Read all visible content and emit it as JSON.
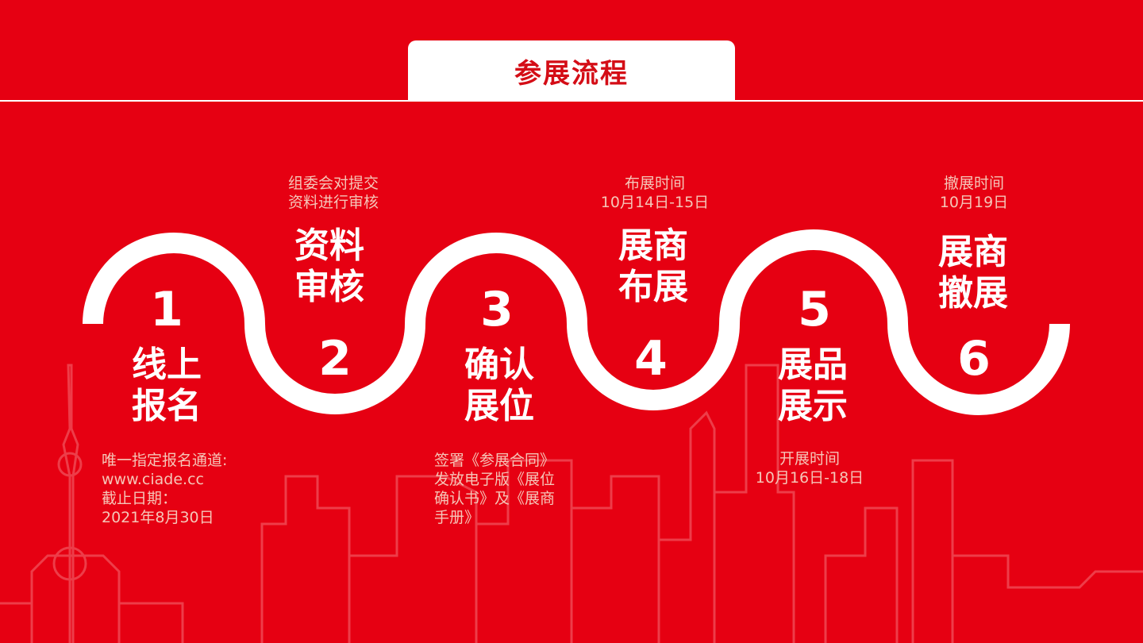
{
  "title": "参展流程",
  "colors": {
    "background": "#e60012",
    "title_text": "#d40d16",
    "wave": "#ffffff",
    "desc_text": "#f5c6b8"
  },
  "steps": [
    {
      "number": "1",
      "title": "线上\n报名",
      "desc": "唯一指定报名通道:\nwww.ciade.cc\n截止日期：\n2021年8月30日"
    },
    {
      "number": "2",
      "title": "资料\n审核",
      "desc": "组委会对提交\n资料进行审核"
    },
    {
      "number": "3",
      "title": "确认\n展位",
      "desc": "签署《参展合同》\n发放电子版《展位\n确认书》及《展商\n手册》"
    },
    {
      "number": "4",
      "title": "展商\n布展",
      "desc": "布展时间\n10月14日-15日"
    },
    {
      "number": "5",
      "title": "展品\n展示",
      "desc": "开展时间\n10月16日-18日"
    },
    {
      "number": "6",
      "title": "展商\n撤展",
      "desc": "撤展时间\n10月19日"
    }
  ]
}
